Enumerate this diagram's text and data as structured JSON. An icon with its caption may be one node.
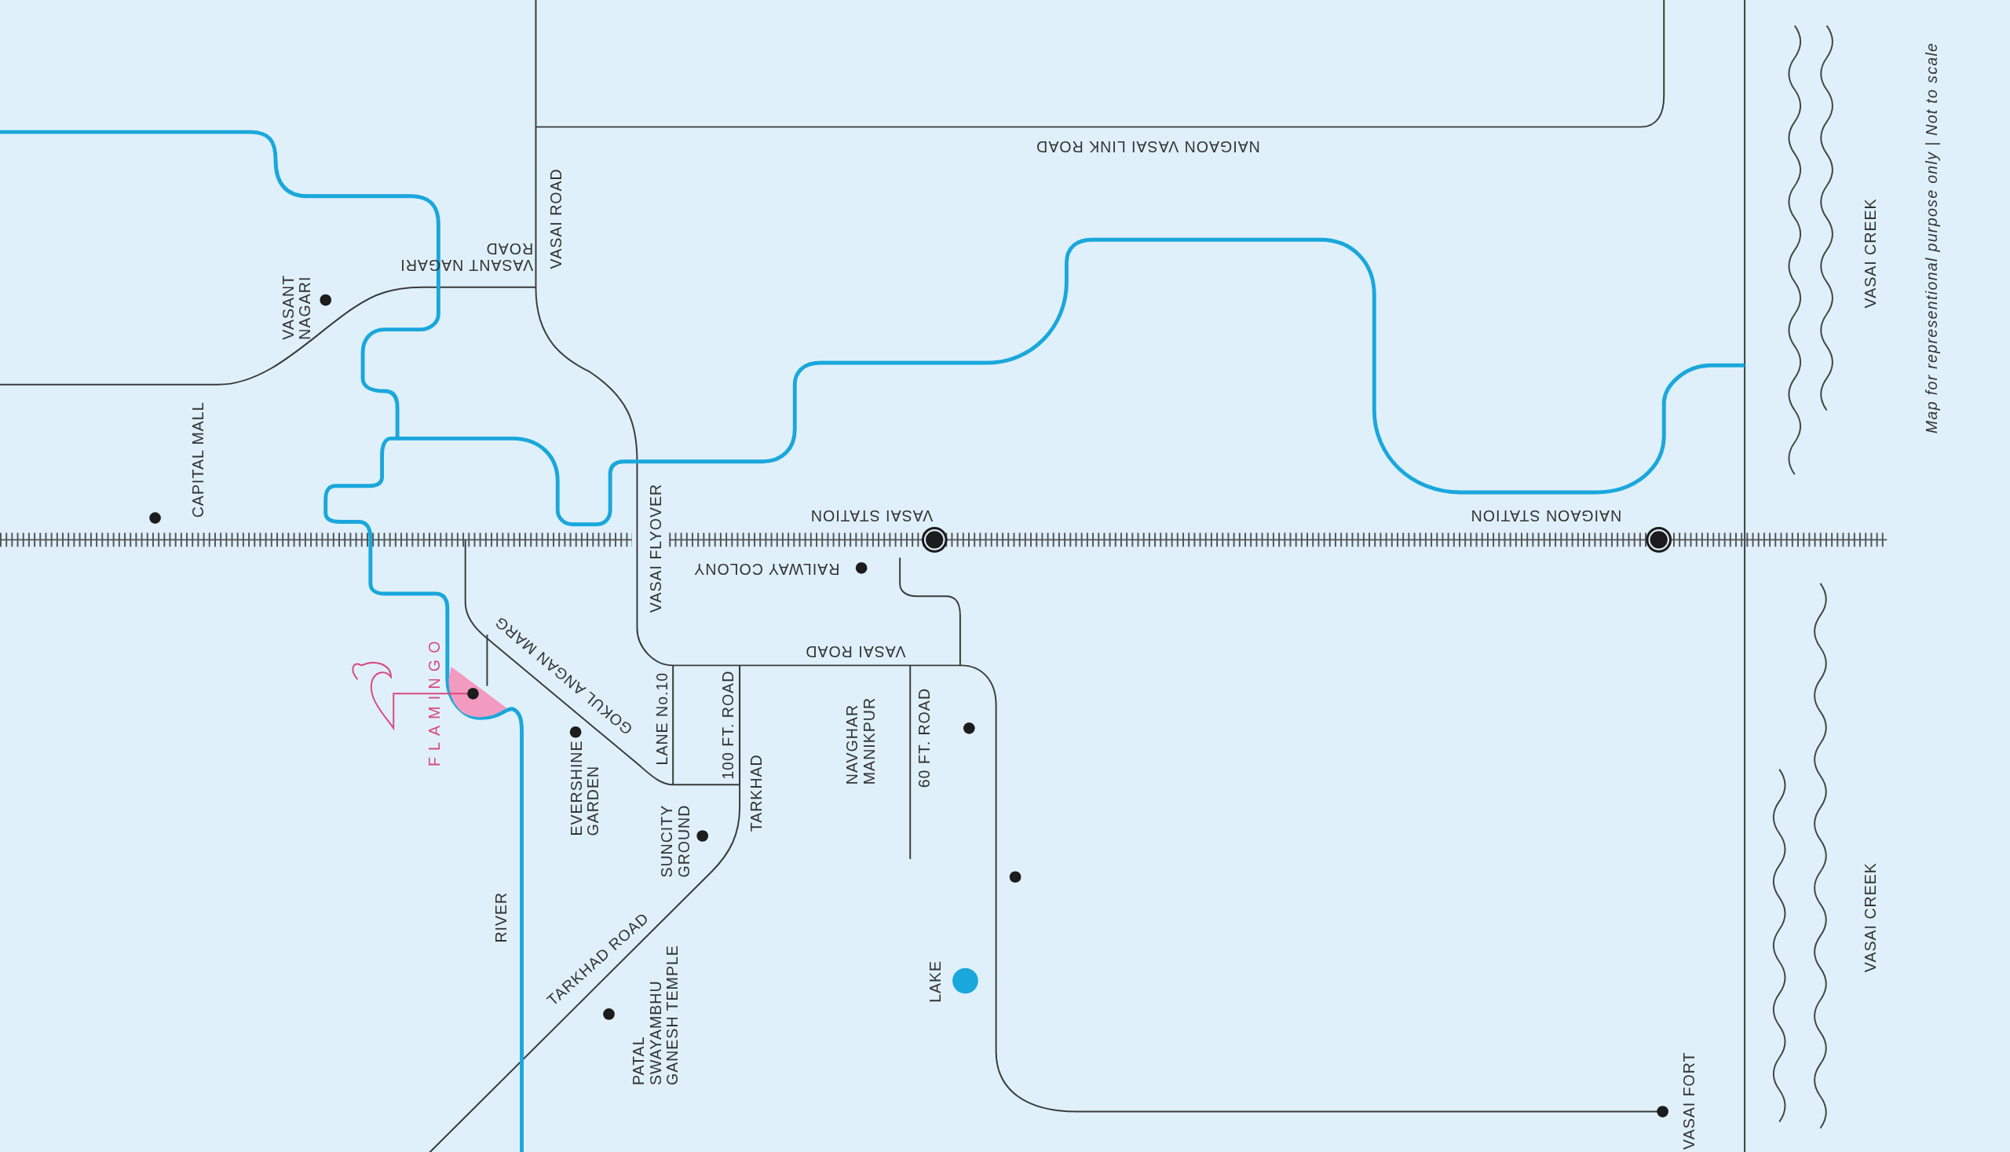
{
  "diagram": {
    "labels": [
      "NAIGAON VASAI LINK ROAD",
      "VASAI ROAD",
      "VASANT NAGARI ROAD",
      "VASANT NAGARI",
      "VASAI CREEK",
      "Map for representional purpose only | Not to scale",
      "CAPITAL MALL",
      "VASAI STATION",
      "NAIGAON STATION",
      "VASAI FLYOVER",
      "RAILWAY COLONY",
      "VASAI ROAD",
      "FLAMINGO",
      "GOKUL ANGAN MARG",
      "EVERSHINE GARDEN",
      "LANE No.10",
      "100 FT. ROAD",
      "SUNCITY GROUND",
      "TARKHAD",
      "NAVGHAR MANIKPUR",
      "60 FT. ROAD",
      "RIVER",
      "TARKHAD ROAD",
      "LAKE",
      "PATAL SWAYAMBHU GANESH TEMPLE",
      "VASAI CREEK",
      "VASAI FORT"
    ]
  }
}
